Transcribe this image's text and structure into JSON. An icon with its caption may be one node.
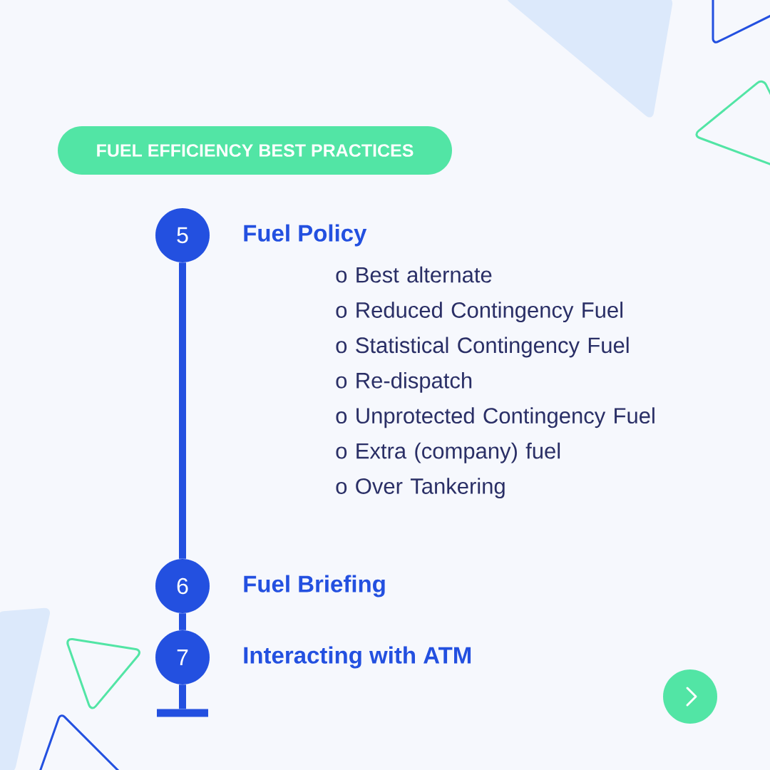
{
  "diagram": {
    "title": "FUEL EFFICIENCY BEST PRACTICES",
    "nodes": [
      {
        "text": [
          "5"
        ],
        "beside": [
          "Fuel Policy"
        ]
      },
      {
        "text": [
          "6"
        ],
        "beside": [
          "Fuel Briefing"
        ]
      },
      {
        "text": [
          "7"
        ],
        "beside": [
          "Interacting with ATM"
        ]
      },
      {
        "text": [],
        "shape": "bar"
      }
    ],
    "edges": [
      {
        "from": 0,
        "to": 1,
        "arrow": "none"
      },
      {
        "from": 1,
        "to": 2,
        "arrow": "none"
      },
      {
        "from": 2,
        "to": 3,
        "arrow": "none"
      }
    ],
    "labels": [
      "o Best alternate",
      "o Reduced Contingency Fuel",
      "o Statistical Contingency Fuel",
      "o Re-dispatch",
      "o Unprotected Contingency Fuel",
      "o Extra (company) fuel",
      "o Over Tankering"
    ]
  }
}
